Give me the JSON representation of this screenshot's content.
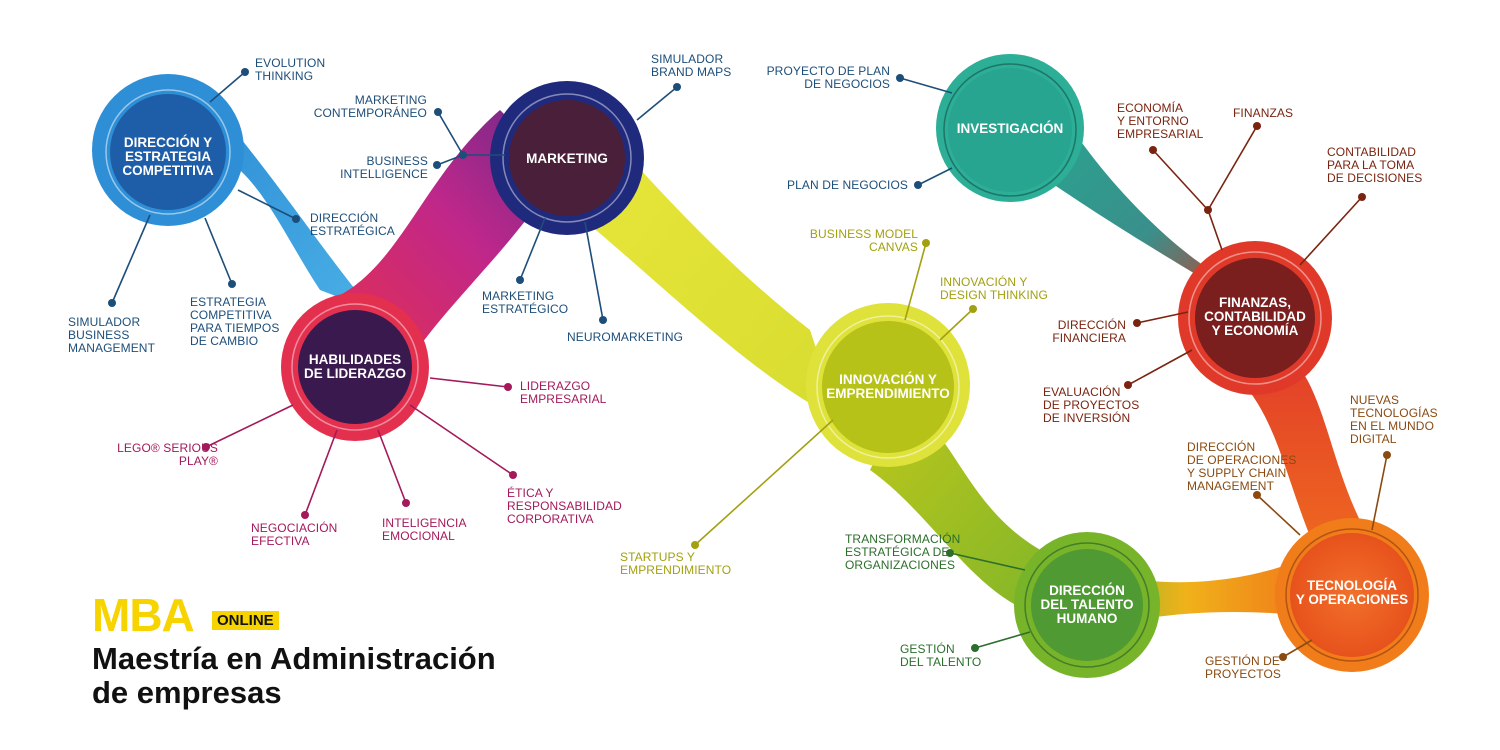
{
  "colors": {
    "blue": "#2f8fd6",
    "blue_dark": "#1e5ea8",
    "purple": "#3a1a4e",
    "red": "#e4304f",
    "magenta": "#c0278a",
    "navy": "#202a7d",
    "yellow": "#dfe23a",
    "olive": "#b6c217",
    "green": "#78b42a",
    "teal": "#27a591",
    "red_orange": "#e0392a",
    "orange": "#f07d1a",
    "orange_red": "#e9481c"
  },
  "nodes": {
    "direccion_estrategia": "DIRECCIÓN Y\nESTRATEGIA\nCOMPETITIVA",
    "habilidades": "HABILIDADES\nDE LIDERAZGO",
    "marketing": "MARKETING",
    "innovacion": "INNOVACIÓN Y\nEMPRENDIMIENTO",
    "investigacion": "INVESTIGACIÓN",
    "finanzas": "FINANZAS,\nCONTABILIDAD\nY ECONOMÍA",
    "talento": "DIRECCIÓN\nDEL TALENTO\nHUMANO",
    "tecnologia": "TECNOLOGÍA\nY OPERACIONES"
  },
  "labels": {
    "evolution_thinking": "EVOLUTION\nTHINKING",
    "direccion_estrategica": "DIRECCIÓN\nESTRATÉGICA",
    "simulador_business": "SIMULADOR\nBUSINESS\nMANAGEMENT",
    "estrategia_competitiva": "ESTRATEGIA\nCOMPETITIVA\nPARA TIEMPOS\nDE CAMBIO",
    "marketing_contemporaneo": "MARKETING\nCONTEMPORÁNEO",
    "business_intelligence": "BUSINESS\nINTELLIGENCE",
    "simulador_brand": "SIMULADOR\nBRAND MAPS",
    "marketing_estrategico": "MARKETING\nESTRATÉGICO",
    "neuromarketing": "NEUROMARKETING",
    "liderazgo_empresarial": "LIDERAZGO\nEMPRESARIAL",
    "lego": "LEGO® SERIOUS\nPLAY®",
    "negociacion": "NEGOCIACIÓN\nEFECTIVA",
    "inteligencia": "INTELIGENCIA\nEMOCIONAL",
    "etica": "ÉTICA Y\nRESPONSABILIDAD\nCORPORATIVA",
    "business_model": "BUSINESS MODEL\nCANVAS",
    "design_thinking": "INNOVACIÓN Y\nDESIGN THINKING",
    "startups": "STARTUPS Y\nEMPRENDIMIENTO",
    "proyecto_plan": "PROYECTO DE PLAN\nDE NEGOCIOS",
    "plan_negocios": "PLAN DE NEGOCIOS",
    "economia": "ECONOMÍA\nY ENTORNO\nEMPRESARIAL",
    "finanzas_sub": "FINANZAS",
    "contabilidad": "CONTABILIDAD\nPARA LA TOMA\nDE DECISIONES",
    "direccion_financiera": "DIRECCIÓN\nFINANCIERA",
    "evaluacion": "EVALUACIÓN\nDE PROYECTOS\nDE INVERSIÓN",
    "nuevas_tecnologias": "NUEVAS\nTECNOLOGÍAS\nEN EL MUNDO\nDIGITAL",
    "operaciones": "DIRECCIÓN\nDE OPERACIONES\nY SUPPLY CHAIN\nMANAGEMENT",
    "gestion_proyectos": "GESTIÓN DE\nPROYECTOS",
    "transformacion": "TRANSFORMACIÓN\nESTRATÉGICA DE\nORGANIZACIONES",
    "gestion_talento": "GESTIÓN\nDEL TALENTO"
  },
  "footer": {
    "title": "MBA",
    "badge": "ONLINE",
    "subtitle": "Maestría en Administración\nde empresas"
  }
}
